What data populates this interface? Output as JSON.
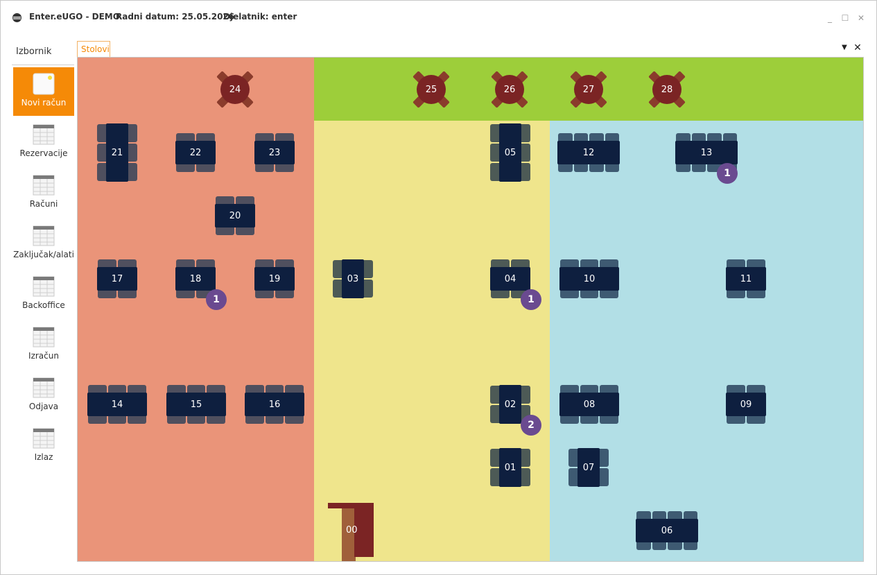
{
  "window": {
    "app_name": "Enter.eUGO - DEMO",
    "work_date": "Radni datum: 25.05.2026",
    "employee": "Djelatnik: enter",
    "minimize": "_",
    "maximize": "☐",
    "close": "✕"
  },
  "menu": {
    "title": "Izbornik",
    "items": [
      {
        "label": "Novi račun",
        "icon": "sticky-note-icon"
      },
      {
        "label": "Rezervacije",
        "icon": "table-grid-icon"
      },
      {
        "label": "Računi",
        "icon": "table-grid-icon"
      },
      {
        "label": "Zaključak/alati",
        "icon": "table-grid-icon"
      },
      {
        "label": "Backoffice",
        "icon": "table-grid-icon"
      },
      {
        "label": "Izračun",
        "icon": "table-grid-icon"
      },
      {
        "label": "Odjava",
        "icon": "table-grid-icon"
      },
      {
        "label": "Izlaz",
        "icon": "table-grid-icon"
      }
    ]
  },
  "tabs": {
    "active": "Stolovi",
    "dropdown": "▼",
    "close": "✕"
  },
  "zones": {
    "red": "#ea9479",
    "green": "#9dce3a",
    "yellow": "#efe58c",
    "blue": "#b2dfe6"
  },
  "colors": {
    "table_top": "#0e1f3f",
    "chair_red_zone": "#4f4f5e",
    "chair_yellow_zone": "#4d5a56",
    "chair_blue_zone": "#3e5a72",
    "round_table": "#7b2424",
    "badge": "#6a4a90",
    "accent": "#f58a07"
  },
  "tables": {
    "t00": "00",
    "t01": "01",
    "t02": "02",
    "t03": "03",
    "t04": "04",
    "t05": "05",
    "t06": "06",
    "t07": "07",
    "t08": "08",
    "t09": "09",
    "t10": "10",
    "t11": "11",
    "t12": "12",
    "t13": "13",
    "t14": "14",
    "t15": "15",
    "t16": "16",
    "t17": "17",
    "t18": "18",
    "t19": "19",
    "t20": "20",
    "t21": "21",
    "t22": "22",
    "t23": "23",
    "t24": "24",
    "t25": "25",
    "t26": "26",
    "t27": "27",
    "t28": "28"
  },
  "badges": {
    "t13": "1",
    "t18": "1",
    "t04": "1",
    "t02": "2"
  }
}
